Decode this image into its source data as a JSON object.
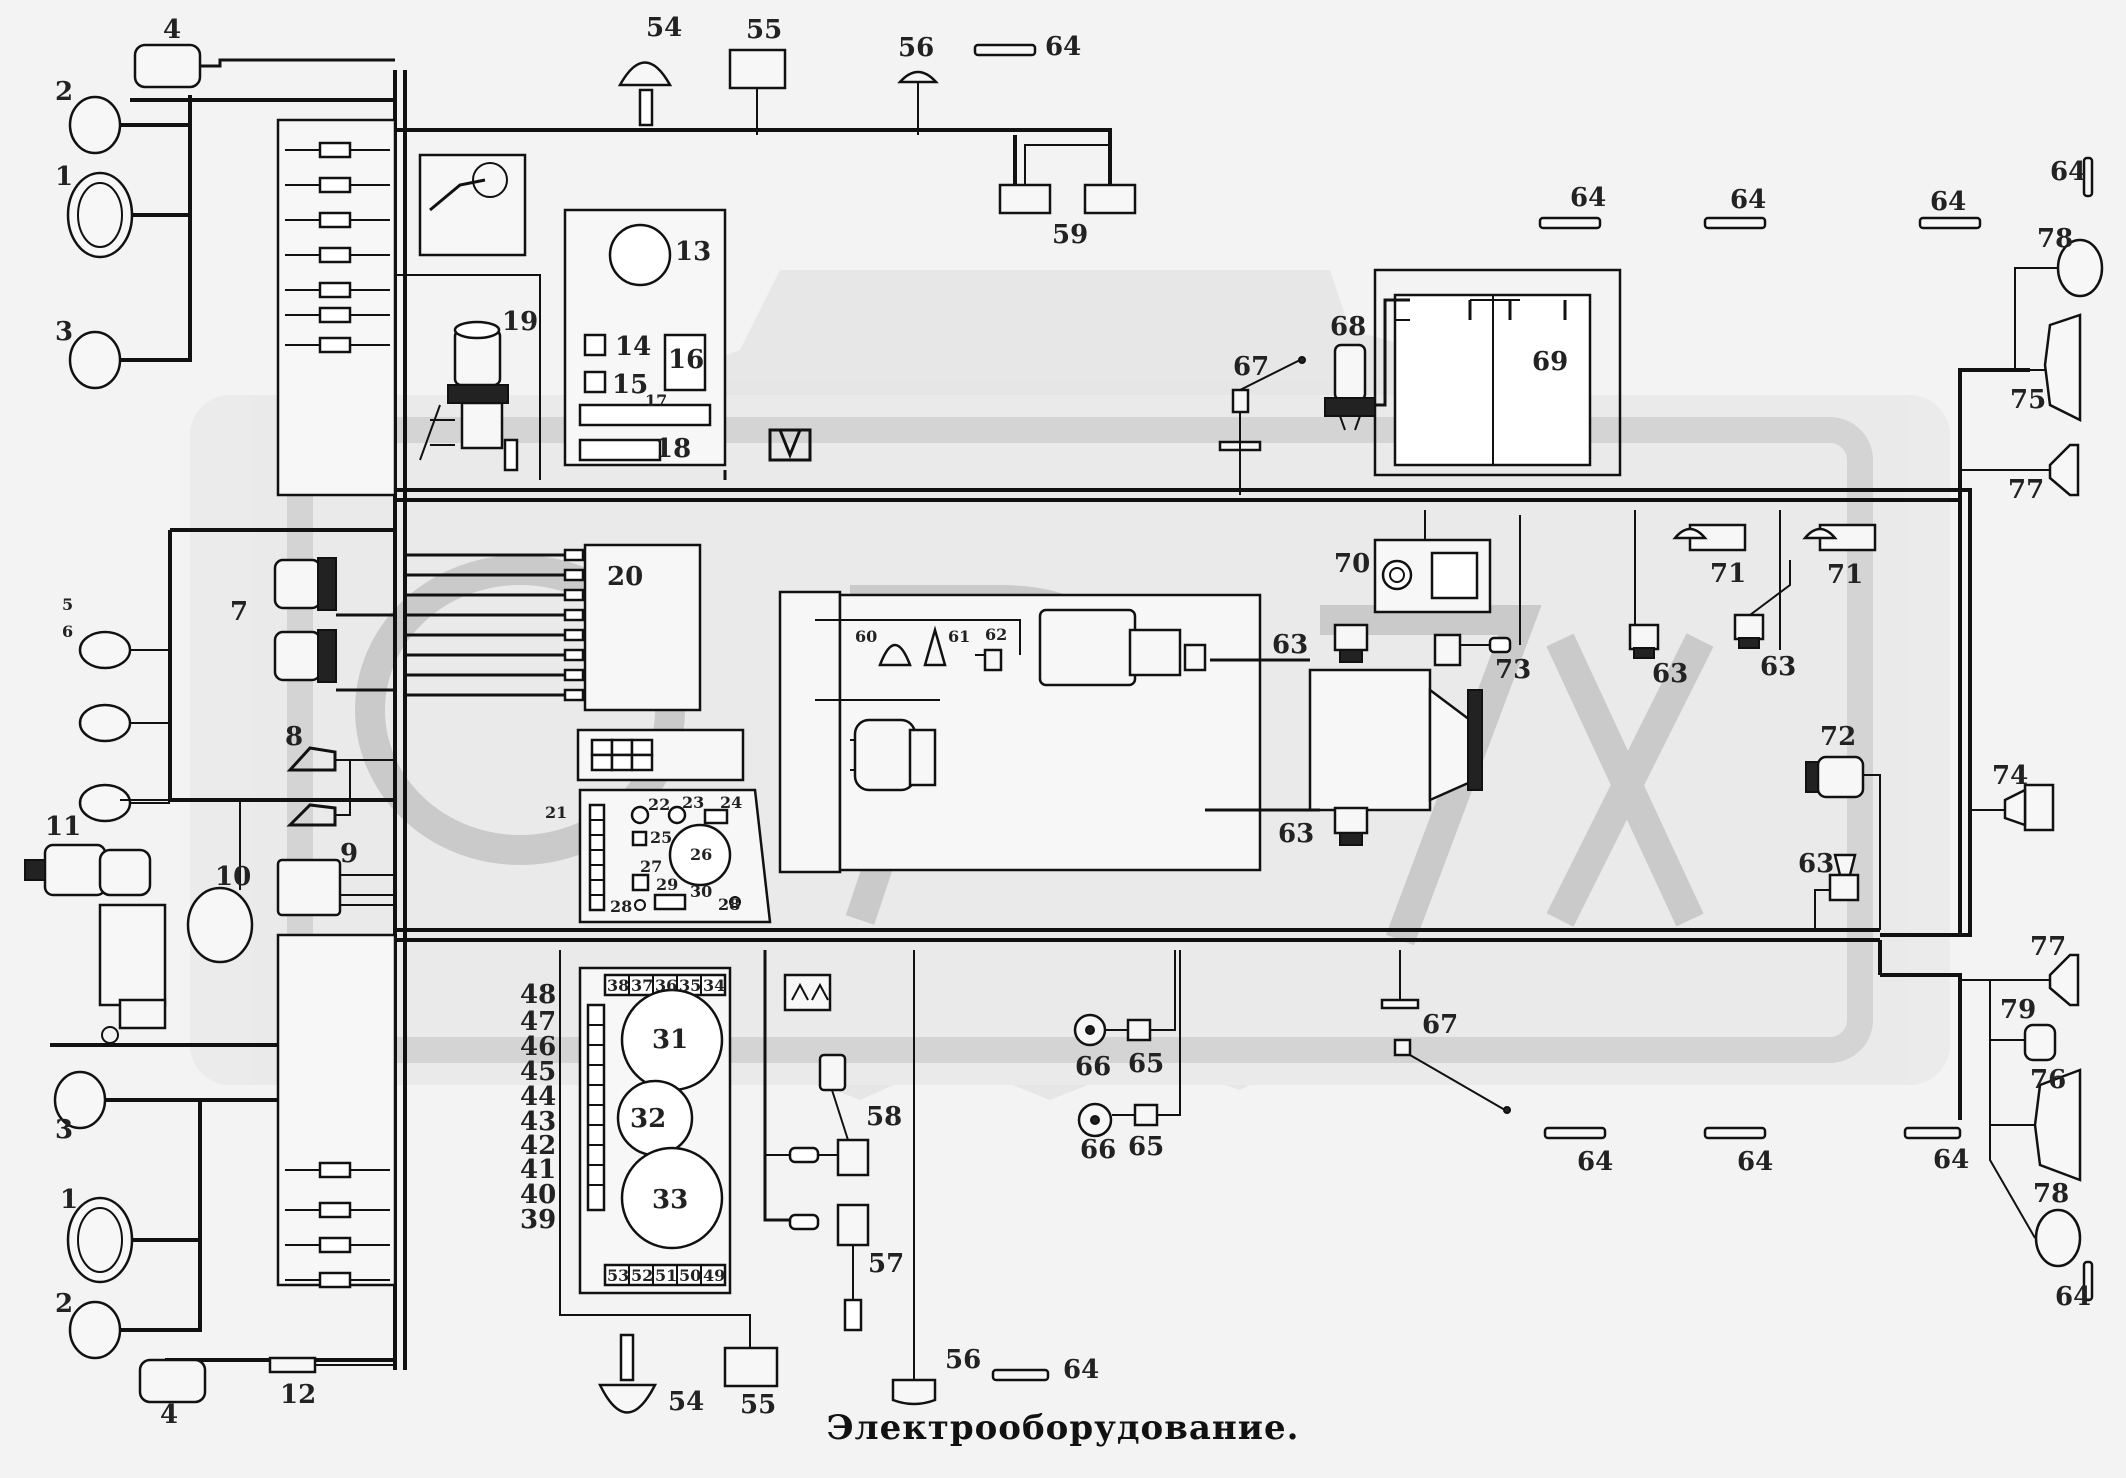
{
  "caption": "Электрооборудование.",
  "watermark": "OPEX",
  "colors": {
    "background": "#f3f3f3",
    "wire": "#111111",
    "watermark": "#c9c9c9"
  },
  "labels": {
    "n1": "1",
    "n2": "2",
    "n3": "3",
    "n4": "4",
    "n5": "5",
    "n6": "6",
    "n7": "7",
    "n8": "8",
    "n9": "9",
    "n10": "10",
    "n11": "11",
    "n12": "12",
    "n13": "13",
    "n14": "14",
    "n15": "15",
    "n16": "16",
    "n17": "17",
    "n18": "18",
    "n19": "19",
    "n20": "20",
    "n21": "21",
    "n22": "22",
    "n23": "23",
    "n24": "24",
    "n25": "25",
    "n26": "26",
    "n27": "27",
    "n28": "28",
    "n29": "29",
    "n30": "30",
    "n31": "31",
    "n32": "32",
    "n33": "33",
    "n34": "34",
    "n35": "35",
    "n36": "36",
    "n37": "37",
    "n38": "38",
    "n39": "39",
    "n40": "40",
    "n41": "41",
    "n42": "42",
    "n43": "43",
    "n44": "44",
    "n45": "45",
    "n46": "46",
    "n47": "47",
    "n48": "48",
    "n49": "49",
    "n50": "50",
    "n51": "51",
    "n52": "52",
    "n53": "53",
    "n54": "54",
    "n55": "55",
    "n56": "56",
    "n57": "57",
    "n58": "58",
    "n59": "59",
    "n60": "60",
    "n61": "61",
    "n62": "62",
    "n63": "63",
    "n64": "64",
    "n65": "65",
    "n66": "66",
    "n67": "67",
    "n68": "68",
    "n69": "69",
    "n70": "70",
    "n71": "71",
    "n72": "72",
    "n73": "73",
    "n74": "74",
    "n75": "75",
    "n76": "76",
    "n77": "77",
    "n78": "78",
    "n79": "79"
  }
}
